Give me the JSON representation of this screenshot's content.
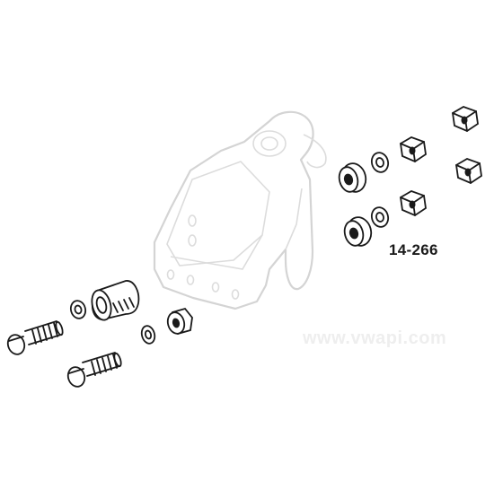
{
  "diagram": {
    "part_number": "14-266",
    "watermark": "www.vwapi.com",
    "colors": {
      "line": "#1a1a1a",
      "bracket_ghost": "#d4d4d4",
      "watermark": "#eeeeee",
      "background": "#ffffff"
    },
    "components": [
      "bracket",
      "long-bolt",
      "short-bolt",
      "flat-washer",
      "spacer-bushing",
      "flanged-nut",
      "rubber-bushing",
      "hex-nut"
    ]
  }
}
